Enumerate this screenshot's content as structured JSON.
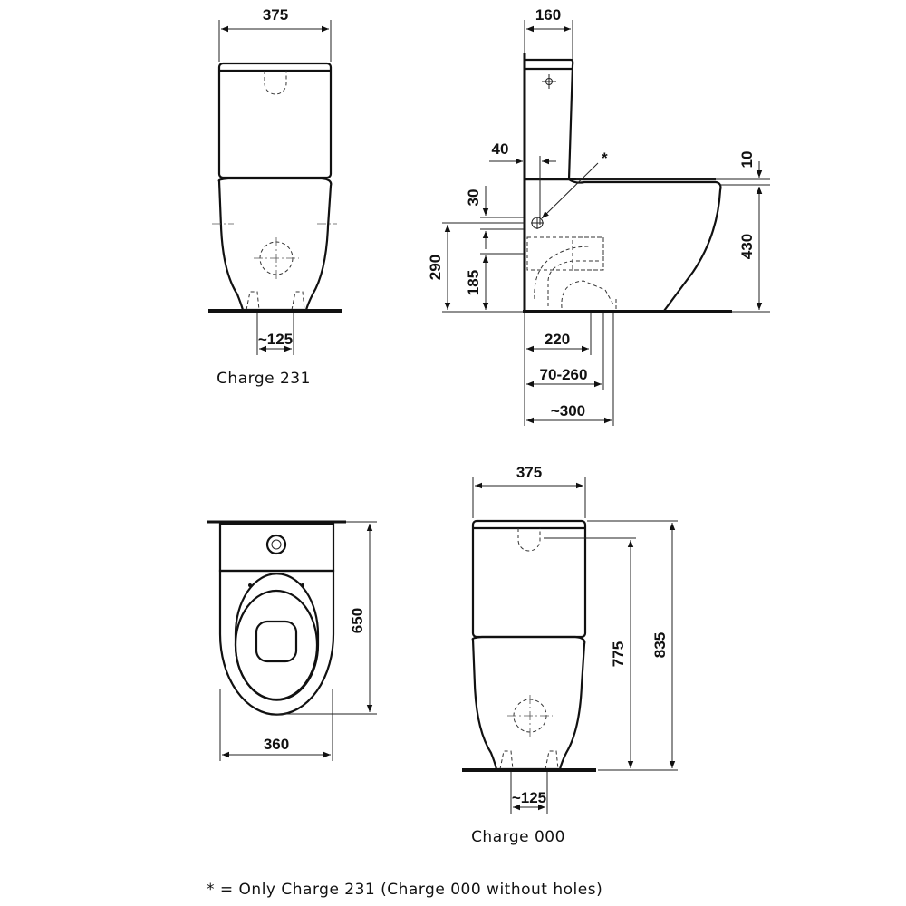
{
  "views": {
    "front_231": {
      "width": "375",
      "outlet_spacing": "~125",
      "caption": "Charge 231"
    },
    "side": {
      "tank_depth": "160",
      "offset_40": "40",
      "rim_10": "10",
      "gap_30": "30",
      "height_290": "290",
      "height_185": "185",
      "seat_height": "430",
      "outlet_220": "220",
      "outlet_range": "70-260",
      "depth_300": "~300",
      "asterisk": "*"
    },
    "top": {
      "length": "650",
      "width": "360"
    },
    "front_000": {
      "width": "375",
      "height_775": "775",
      "height_835": "835",
      "outlet_spacing": "~125",
      "caption": "Charge 000"
    }
  },
  "footnote": "* = Only Charge 231 (Charge 000 without holes)"
}
